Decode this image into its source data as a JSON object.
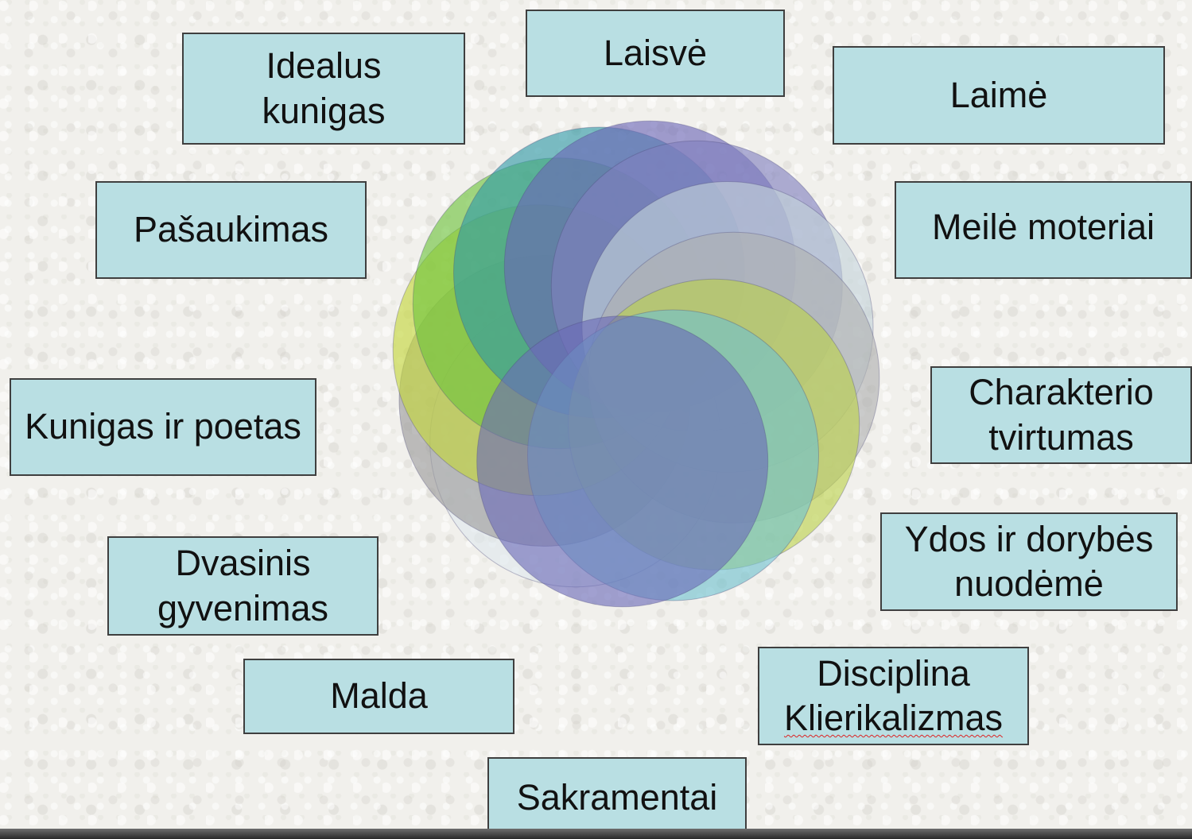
{
  "diagram": {
    "circle_colors": [
      "#dfe9ee",
      "#9a9a9a",
      "#c4d639",
      "#6cc33a",
      "#2f9aa6",
      "#6a66b6",
      "#8080bf",
      "#c3d4da",
      "#afb0b0",
      "#bcd24a",
      "#6fc1cf",
      "#6a6bb8"
    ],
    "labels": {
      "laisve": "Laisvė",
      "idealus_line1": "Idealus",
      "idealus_line2": "kunigas",
      "laime": "Laimė",
      "pasaukimas": "Pašaukimas",
      "meile": "Meilė moteriai",
      "charakterio_line1": "Charakterio",
      "charakterio_line2": "tvirtumas",
      "kunigas_poetas": "Kunigas ir poetas",
      "ydos_line1": "Ydos ir dorybės",
      "ydos_line2": "nuodėmė",
      "dvasinis_line1": "Dvasinis",
      "dvasinis_line2": "gyvenimas",
      "disciplina_line1": "Disciplina",
      "disciplina_line2": "Klierikalizmas",
      "malda": "Malda",
      "sakramentai": "Sakramentai"
    }
  }
}
